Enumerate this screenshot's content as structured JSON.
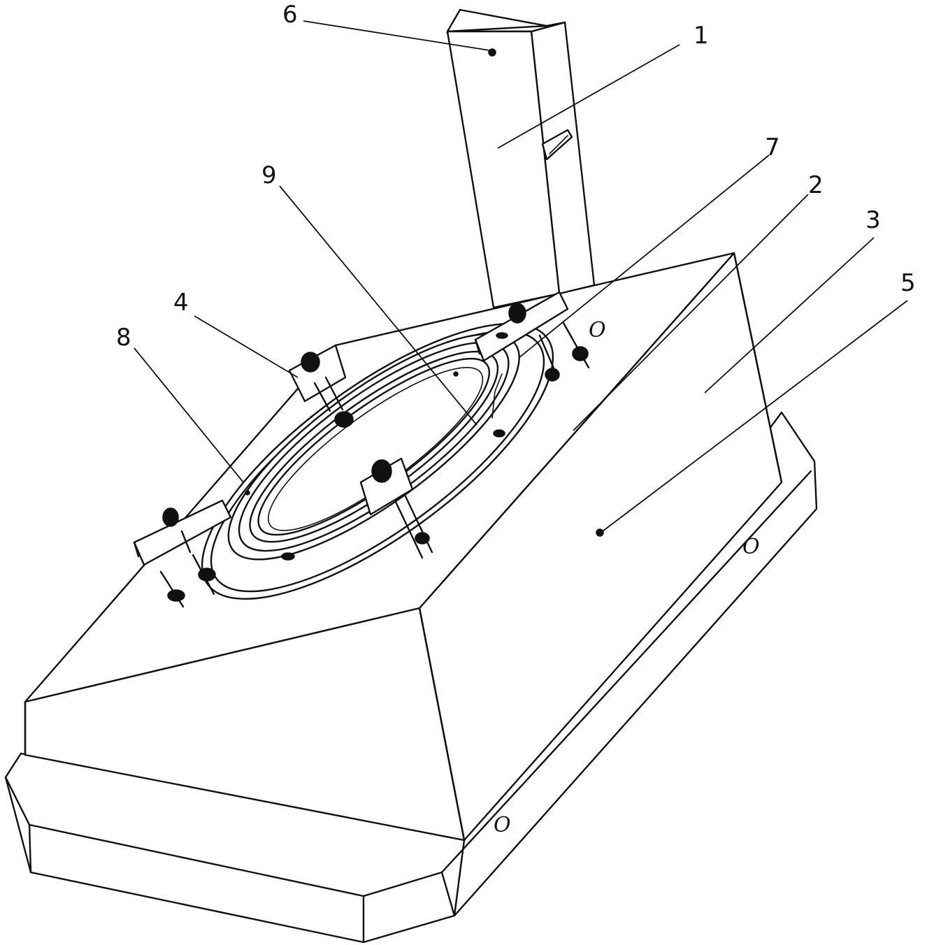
{
  "callouts": [
    {
      "id": "6",
      "label": "6"
    },
    {
      "id": "1",
      "label": "1"
    },
    {
      "id": "7",
      "label": "7"
    },
    {
      "id": "9",
      "label": "9"
    },
    {
      "id": "2",
      "label": "2"
    },
    {
      "id": "3",
      "label": "3"
    },
    {
      "id": "5",
      "label": "5"
    },
    {
      "id": "4",
      "label": "4"
    },
    {
      "id": "8",
      "label": "8"
    }
  ],
  "hole_marks": [
    "O",
    "O",
    "O"
  ]
}
